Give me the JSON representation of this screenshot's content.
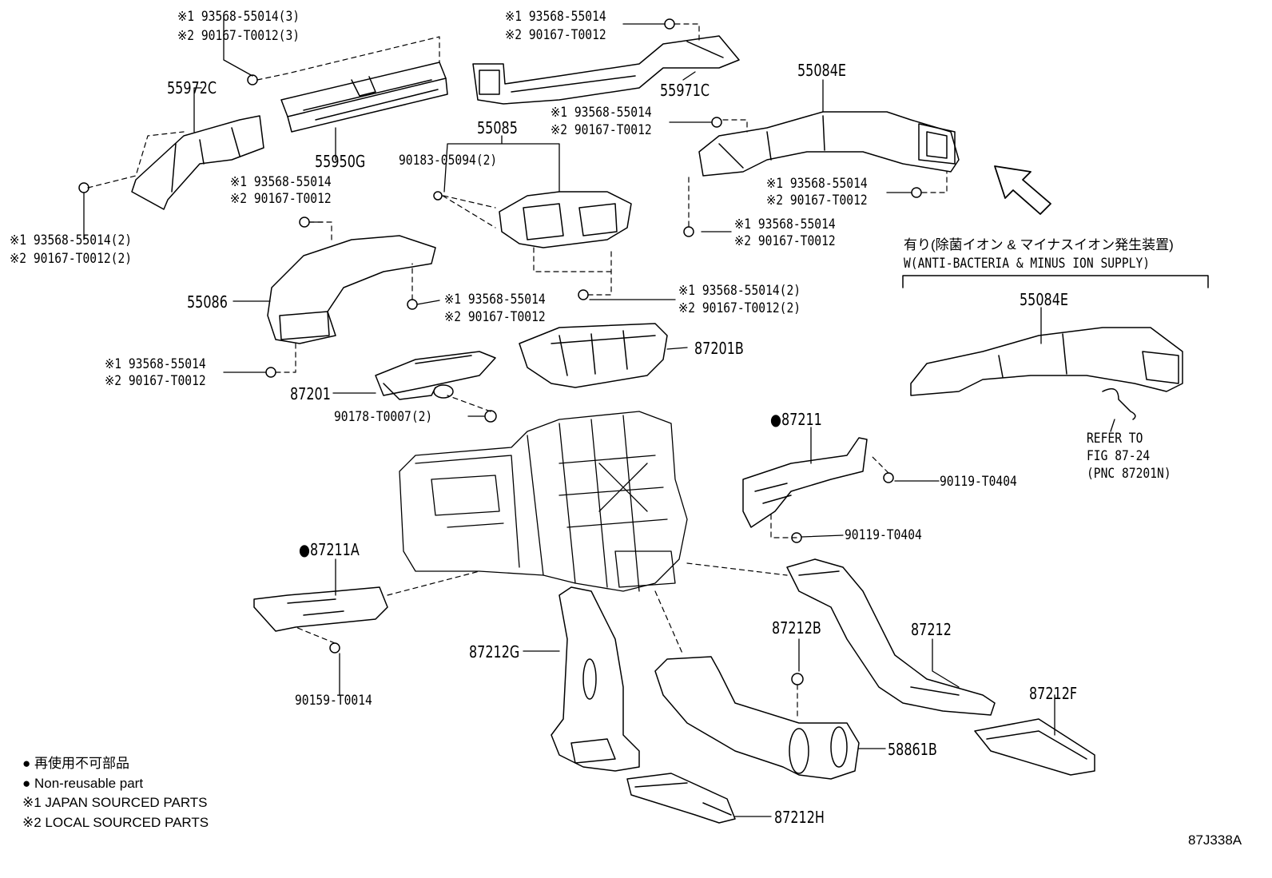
{
  "legend": {
    "nonreusable_jp": "● 再使用不可部品",
    "nonreusable_en": "● Non-reusable part",
    "japan_sourced": "※1  JAPAN SOURCED PARTS",
    "local_sourced": "※2  LOCAL SOURCED PARTS"
  },
  "figure_id": "87J338A",
  "option": {
    "jp": "有り(除菌イオン & マイナスイオン発生装置)",
    "en": "W(ANTI-BACTERIA & MINUS ION SUPPLY)"
  },
  "refer": {
    "line1": "REFER TO",
    "line2": "FIG 87-24",
    "line3": "(PNC 87201N)"
  },
  "parts": {
    "p55972C": "55972C",
    "p55950G": "55950G",
    "p55971C": "55971C",
    "p55084E": "55084E",
    "p55084E_opt": "55084E",
    "p55085": "55085",
    "p55086": "55086",
    "p87201": "87201",
    "p87201B": "87201B",
    "p87211": "●87211",
    "p87211A": "●87211A",
    "p87212G": "87212G",
    "p87212B": "87212B",
    "p87212": "87212",
    "p87212F": "87212F",
    "p58861B": "58861B",
    "p87212H": "87212H"
  },
  "fasteners": {
    "f1a": "※1 93568-55014(3)",
    "f1b": "※2 90167-T0012(3)",
    "f2a": "※1 93568-55014",
    "f2b": "※2 90167-T0012",
    "f3a": "※1 93568-55014",
    "f3b": "※2 90167-T0012",
    "f4a": "※1 93568-55014(2)",
    "f4b": "※2 90167-T0012(2)",
    "f5a": "※1 93568-55014",
    "f5b": "※2 90167-T0012",
    "f6": "90183-05094(2)",
    "f7a": "※1 93568-55014",
    "f7b": "※2 90167-T0012",
    "f8a": "※1 93568-55014",
    "f8b": "※2 90167-T0012",
    "f9a": "※1 93568-55014(2)",
    "f9b": "※2 90167-T0012(2)",
    "f10a": "※1 93568-55014",
    "f10b": "※2 90167-T0012",
    "f11a": "※1 93568-55014",
    "f11b": "※2 90167-T0012",
    "f12": "90178-T0007(2)",
    "f13": "90119-T0404",
    "f14": "90119-T0404",
    "f15": "90159-T0014"
  }
}
